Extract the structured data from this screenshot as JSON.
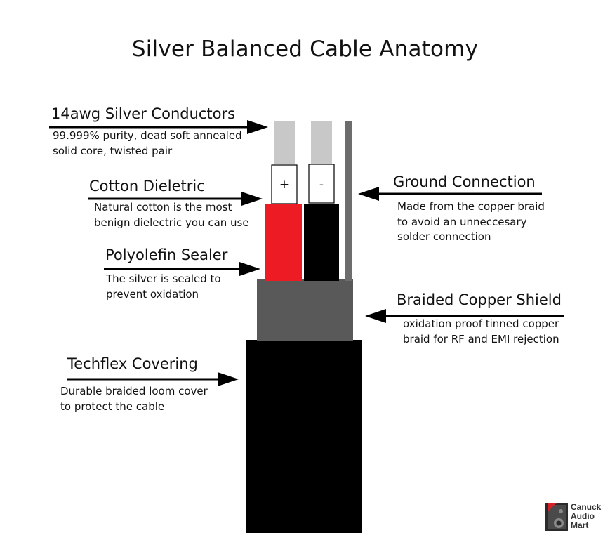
{
  "title": "Silver Balanced Cable Anatomy",
  "colors": {
    "silver": "#c8c8c8",
    "red_insulation": "#ed1c24",
    "black_insulation": "#000000",
    "shield": "#595959",
    "covering": "#000000",
    "ground_wire": "#6d6d6d",
    "arrow": "#000000"
  },
  "conductor_marks": {
    "positive": "+",
    "negative": "-"
  },
  "labels": {
    "conductors": {
      "heading": "14awg Silver Conductors",
      "line1": "99.999% purity, dead soft annealed",
      "line2": "solid core, twisted pair"
    },
    "dielectric": {
      "heading": "Cotton Dieletric",
      "line1": "Natural cotton is the most",
      "line2": "benign dielectric you can use"
    },
    "sealer": {
      "heading": "Polyolefin Sealer",
      "line1": "The silver is sealed to",
      "line2": "prevent oxidation"
    },
    "covering": {
      "heading": "Techflex Covering",
      "line1": "Durable braided loom cover",
      "line2": "to protect the cable"
    },
    "ground": {
      "heading": "Ground Connection",
      "line1": "Made from the copper braid",
      "line2": "to avoid an unneccesary",
      "line3": "solder connection"
    },
    "shield": {
      "heading": "Braided Copper Shield",
      "line1": "oxidation proof tinned copper",
      "line2": "braid for RF and EMI rejection"
    }
  },
  "watermark": {
    "line1": "Canuck",
    "line2": "Audio",
    "line3": "Mart",
    "icon": "speaker-icon"
  }
}
